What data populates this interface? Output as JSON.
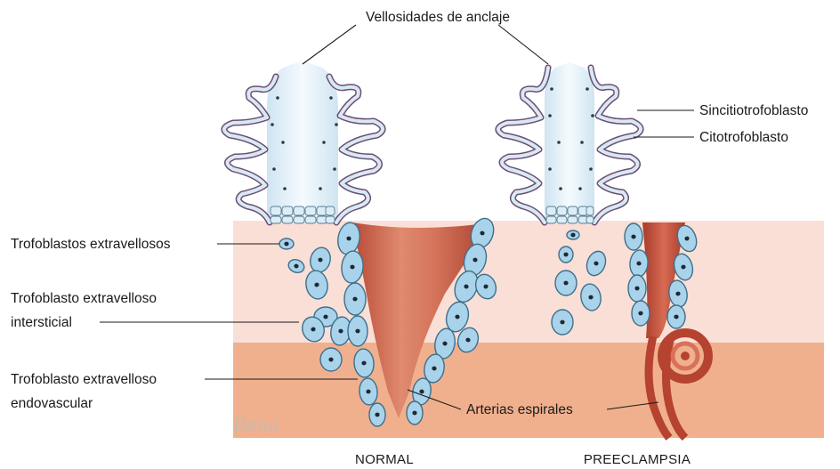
{
  "labels": {
    "anchoring_villi": "Vellosidades de anclaje",
    "syncytiotrophoblast": "Sincitiotrofoblasto",
    "cytotrophoblast": "Citotrofoblasto",
    "extravillous": "Trofoblastos extravellosos",
    "interstitial_line1": "Trofoblasto extravelloso",
    "interstitial_line2": "intersticial",
    "endovascular_line1": "Trofoblasto extravelloso",
    "endovascular_line2": "endovascular",
    "spiral_arteries": "Arterias espirales"
  },
  "captions": {
    "normal": "NORMAL",
    "preeclampsia": "PREECLAMPSIA"
  },
  "signature": "Bena",
  "colors": {
    "decidua_upper": "#f9dfd6",
    "decidua_lower": "#f0b08e",
    "artery": "#c85a46",
    "cell": "#a9d3ea",
    "villus_membrane": "#6c4f73",
    "villus_core": "#e4f1f8"
  }
}
